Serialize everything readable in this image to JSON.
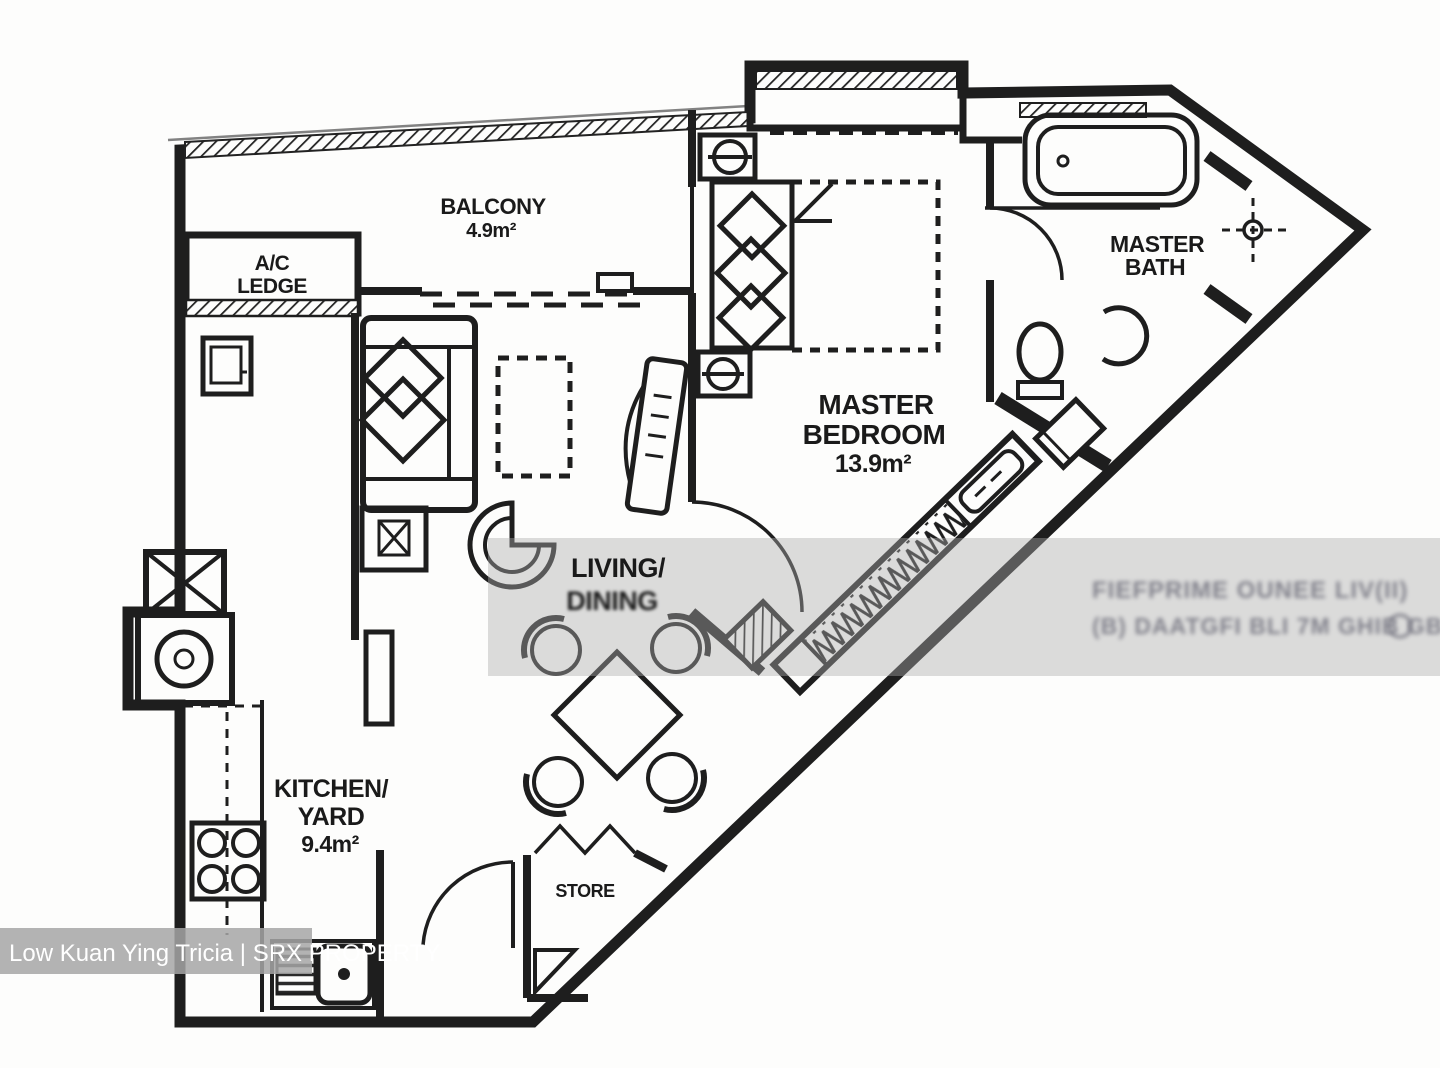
{
  "rooms": {
    "balcony": {
      "name": "BALCONY",
      "area": "4.9m²"
    },
    "ac_ledge": {
      "line1": "A/C",
      "line2": "LEDGE"
    },
    "master_bedroom": {
      "line1": "MASTER",
      "line2": "BEDROOM",
      "area": "13.9m²"
    },
    "master_bath": {
      "line1": "MASTER",
      "line2": "BATH"
    },
    "living_dining": {
      "line1": "LIVING/",
      "line2": "DINING"
    },
    "kitchen_yard": {
      "line1": "KITCHEN/",
      "line2": "YARD",
      "area": "9.4m²"
    },
    "store": {
      "name": "STORE"
    }
  },
  "watermarks": {
    "agent_credit": "Low Kuan Ying Tricia | SRX PROPERTY",
    "center_line1": "FIEFPRIME OUNEE LIV(II)",
    "center_line2": "(B) DAATGFI BLI 7M GHIB GB!"
  },
  "colors": {
    "ink": "#1e1e1e",
    "overlay_band": "#ababab",
    "credit_band": "#a6a6a6"
  }
}
